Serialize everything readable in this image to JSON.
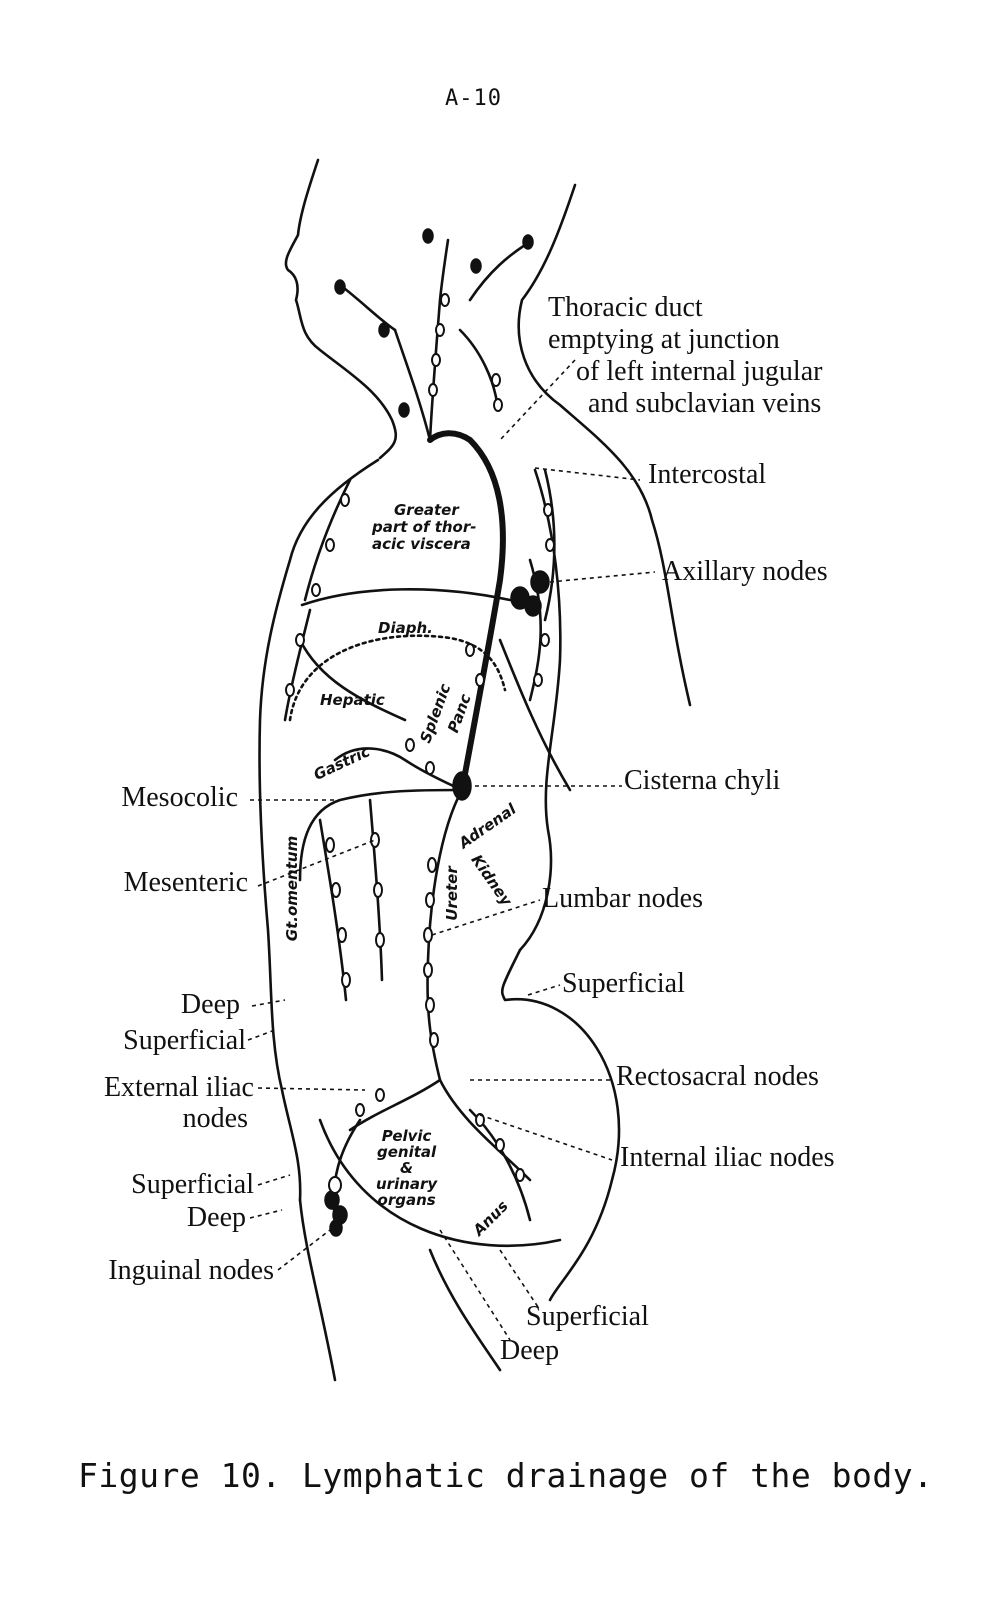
{
  "page_number": "A-10",
  "labels": {
    "thoracic_duct": [
      "Thoracic duct",
      "emptying at junction",
      "of left internal jugular",
      "and subclavian veins"
    ],
    "intercostal": "Intercostal",
    "axillary_nodes": "Axillary nodes",
    "cisterna_chyli": "Cisterna chyli",
    "lumbar_nodes": "Lumbar nodes",
    "superficial_right": "Superficial",
    "rectosacral_nodes": "Rectosacral nodes",
    "internal_iliac_nodes": "Internal iliac nodes",
    "superficial_bottom": "Superficial",
    "deep_bottom": "Deep",
    "mesocolic": "Mesocolic",
    "mesenteric": "Mesenteric",
    "deep_left": "Deep",
    "superficial_left": "Superficial",
    "external_iliac": [
      "External iliac",
      "nodes"
    ],
    "superficial_left_lower": "Superficial",
    "deep_left_lower": "Deep",
    "inguinal_nodes": "Inguinal nodes"
  },
  "inner_labels": {
    "thoracic_viscera": [
      "Greater",
      "part of thor-",
      "acic viscera"
    ],
    "diaph": "Diaph.",
    "hepatic": "Hepatic",
    "splenic": "Splenic",
    "panc": "Panc",
    "gastric": "Gastric",
    "gt_omentum": "Gt.omentum",
    "adrenal": "Adrenal",
    "kidney": "Kidney",
    "ureter": "Ureter",
    "pelvic_organs": [
      "Pelvic",
      "genital",
      "&",
      "urinary",
      "organs"
    ],
    "anus": "Anus"
  },
  "caption": "Figure 10. Lymphatic drainage of the body."
}
